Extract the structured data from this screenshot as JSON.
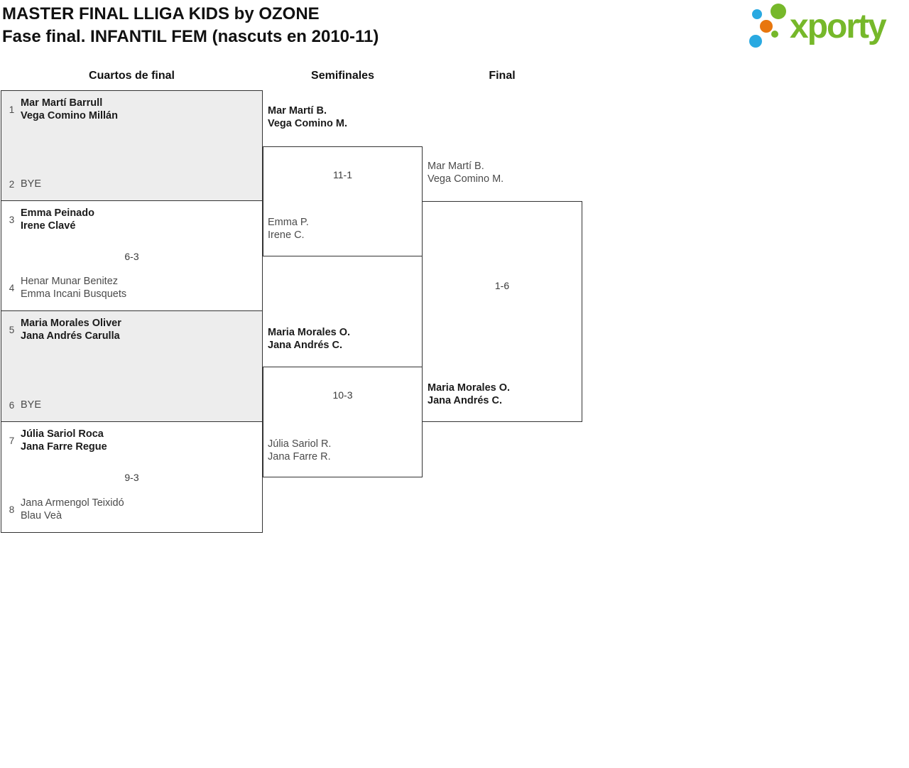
{
  "header": {
    "title_line1": "MASTER FINAL LLIGA KIDS by OZONE",
    "title_line2": "Fase final. INFANTIL FEM (nascuts en 2010-11)",
    "logo_text": "xporty"
  },
  "colors": {
    "brand_green": "#76b82a",
    "brand_blue": "#29a9e1",
    "brand_orange": "#e8760e",
    "box_fill": "#ededed",
    "box_border": "#333333"
  },
  "round_labels": {
    "quarterfinals": "Cuartos de final",
    "semifinals": "Semifinales",
    "final": "Final"
  },
  "quarterfinals": [
    {
      "seed_top": "1",
      "top1": "Mar Martí Barrull",
      "top2": "Vega Comino Millán",
      "seed_bottom": "2",
      "bottom1": "BYE"
    },
    {
      "seed_top": "3",
      "top1": "Emma Peinado",
      "top2": "Irene Clavé",
      "score": "6-3",
      "seed_bottom": "4",
      "bottom1": "Henar Munar Benitez",
      "bottom2": "Emma Incani Busquets"
    },
    {
      "seed_top": "5",
      "top1": "Maria Morales Oliver",
      "top2": "Jana Andrés Carulla",
      "seed_bottom": "6",
      "bottom1": "BYE"
    },
    {
      "seed_top": "7",
      "top1": "Júlia Sariol Roca",
      "top2": "Jana Farre Regue",
      "score": "9-3",
      "seed_bottom": "8",
      "bottom1": "Jana Armengol Teixidó",
      "bottom2": "Blau Veà"
    }
  ],
  "semifinals": [
    {
      "top1": "Mar Martí B.",
      "top2": "Vega Comino M.",
      "score": "11-1",
      "bottom1": "Emma P.",
      "bottom2": "Irene C."
    },
    {
      "top1": "Maria Morales O.",
      "top2": "Jana Andrés C.",
      "score": "10-3",
      "bottom1": "Júlia Sariol R.",
      "bottom2": "Jana Farre R."
    }
  ],
  "final": {
    "top1": "Mar Martí B.",
    "top2": "Vega Comino M.",
    "score": "1-6",
    "bottom1": "Maria Morales O.",
    "bottom2": "Jana Andrés C."
  }
}
